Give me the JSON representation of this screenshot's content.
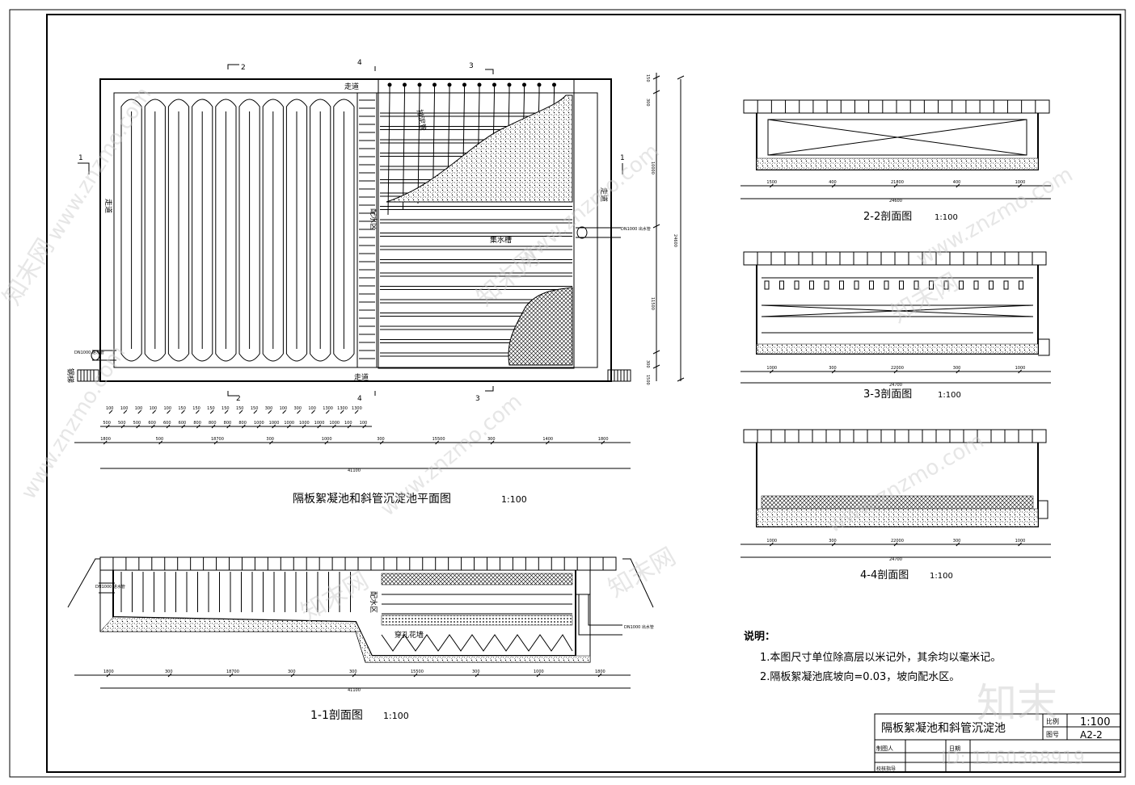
{
  "plan": {
    "title": "隔板絮凝池和斜管沉淀池平面图",
    "scale": "1:100",
    "walkway": "走道",
    "sludge_pipe": "排泥管",
    "channel": "配水区",
    "collect_trough": "集水槽",
    "inlet_pipe": "DN1000 进水管",
    "outlet_pipe": "DN1000 出水管",
    "ladder": "钢梯",
    "section_marks": [
      "1",
      "2",
      "3",
      "4"
    ],
    "dims_row1": [
      "100",
      "100",
      "100",
      "100",
      "100",
      "150",
      "150",
      "150",
      "150",
      "150",
      "150",
      "300",
      "100",
      "300",
      "100",
      "1300",
      "1300",
      "1300"
    ],
    "dims_row2": [
      "500",
      "500",
      "500",
      "600",
      "600",
      "600",
      "800",
      "800",
      "800",
      "800",
      "1000",
      "1000",
      "1000",
      "1000",
      "1000",
      "1000",
      "100",
      "100"
    ],
    "dims_row3": [
      "1800",
      "500",
      "18700",
      "300",
      "1000",
      "300",
      "15500",
      "300",
      "1400",
      "1800"
    ],
    "total": "41100",
    "right_dims": [
      "150",
      "300",
      "10000",
      "24600",
      "11500",
      "300",
      "1500"
    ]
  },
  "section11": {
    "title": "1-1剖面图",
    "scale": "1:100",
    "inlet": "DN1000 进水管",
    "outlet": "DN1000 出水管",
    "channel": "配水区",
    "perforated": "穿孔花墙",
    "dims": [
      "1800",
      "300",
      "18700",
      "300",
      "300",
      "15500",
      "300",
      "1000",
      "1800"
    ],
    "total": "41100"
  },
  "section22": {
    "title": "2-2剖面图",
    "scale": "1:100",
    "dims": [
      "1500",
      "400",
      "21800",
      "400",
      "1000",
      "24600"
    ]
  },
  "section33": {
    "title": "3-3剖面图",
    "scale": "1:100",
    "dims": [
      "1000",
      "300",
      "22000",
      "300",
      "1000",
      "24700"
    ]
  },
  "section44": {
    "title": "4-4剖面图",
    "scale": "1:100",
    "dims": [
      "1000",
      "300",
      "22000",
      "300",
      "1000",
      "24700"
    ]
  },
  "notes": {
    "heading": "说明：",
    "items": [
      "1.本图尺寸单位除高层以米记外，其余均以毫米记。",
      "2.隔板絮凝池底坡向=0.03，坡向配水区。"
    ]
  },
  "titleblock": {
    "project": "隔板絮凝池和斜管沉淀池",
    "scale_label": "比例",
    "scale": "1:100",
    "dwg_label": "图号",
    "dwg_no": "A2-2",
    "drawn_label": "制图人",
    "date_label": "日期",
    "check_label": "校核指导"
  },
  "watermark": {
    "site": "www.znzmo.com",
    "brand": "知末网",
    "logo": "知末",
    "id": "ID: 1160368919"
  }
}
